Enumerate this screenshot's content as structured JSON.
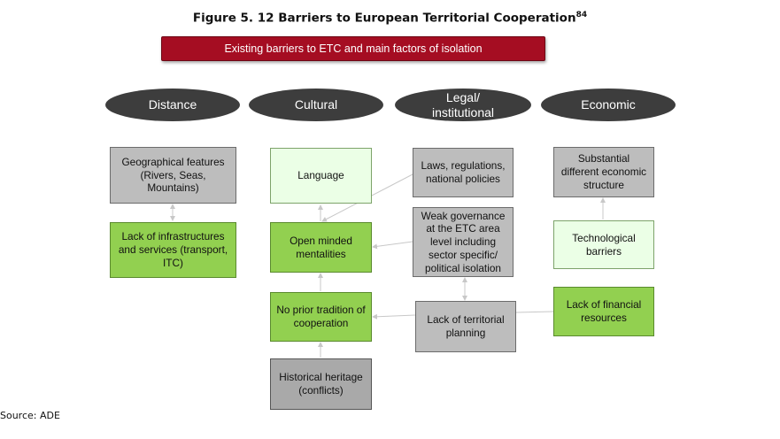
{
  "title": "Figure 5. 12 Barriers to European Territorial Cooperation",
  "title_footnote": "84",
  "banner": "Existing barriers to ETC and main factors of isolation",
  "categories": [
    "Distance",
    "Cultural",
    "Legal/ institutional",
    "Economic"
  ],
  "boxes": {
    "geographical": "Geographical features (Rivers, Seas, Mountains)",
    "infrastructure": "Lack of infrastructures and services (transport, ITC)",
    "language": "Language",
    "open_minded": "Open minded mentalities",
    "no_tradition": "No prior tradition of cooperation",
    "historical": "Historical heritage (conflicts)",
    "laws": "Laws, regulations, national policies",
    "governance": "Weak governance at the ETC area level including sector specific/ political isolation",
    "territorial_planning": "Lack of territorial planning",
    "economic_structure": "Substantial different economic structure",
    "technological": "Technological barriers",
    "financial": "Lack of financial resources"
  },
  "source": "Source: ADE",
  "colors": {
    "banner": "#a50d22",
    "category": "#3d3d3d",
    "gray_box": "#bdbdbd",
    "green_box": "#92d050",
    "light_green_box": "#ebffe6",
    "connector": "#c8c8c8"
  }
}
